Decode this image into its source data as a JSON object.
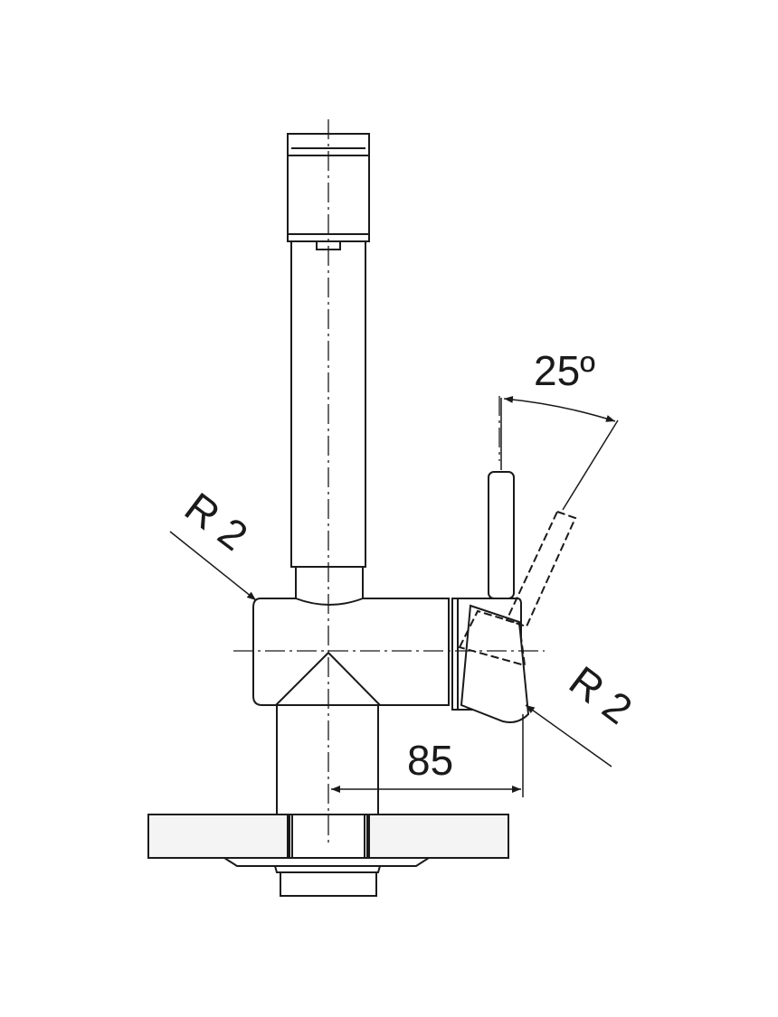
{
  "labels": {
    "angle": "25º",
    "radius_left": "R 2",
    "radius_right": "R 2",
    "width": "85"
  },
  "colors": {
    "line": "#1a1a1a",
    "background": "#ffffff",
    "stone": "#f4f4f4"
  }
}
